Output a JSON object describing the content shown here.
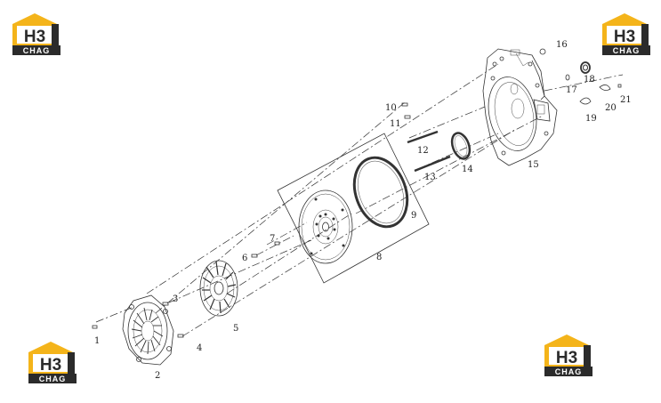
{
  "logos": {
    "mark": "H3",
    "wordmark": "CHAG",
    "colors": {
      "yellow": "#F4B41A",
      "dark": "#2B2B2B",
      "white": "#FFFFFF"
    }
  },
  "callouts": [
    "1",
    "2",
    "3",
    "4",
    "5",
    "6",
    "7",
    "8",
    "9",
    "10",
    "11",
    "12",
    "13",
    "14",
    "15",
    "16",
    "17",
    "18",
    "19",
    "20",
    "21"
  ]
}
